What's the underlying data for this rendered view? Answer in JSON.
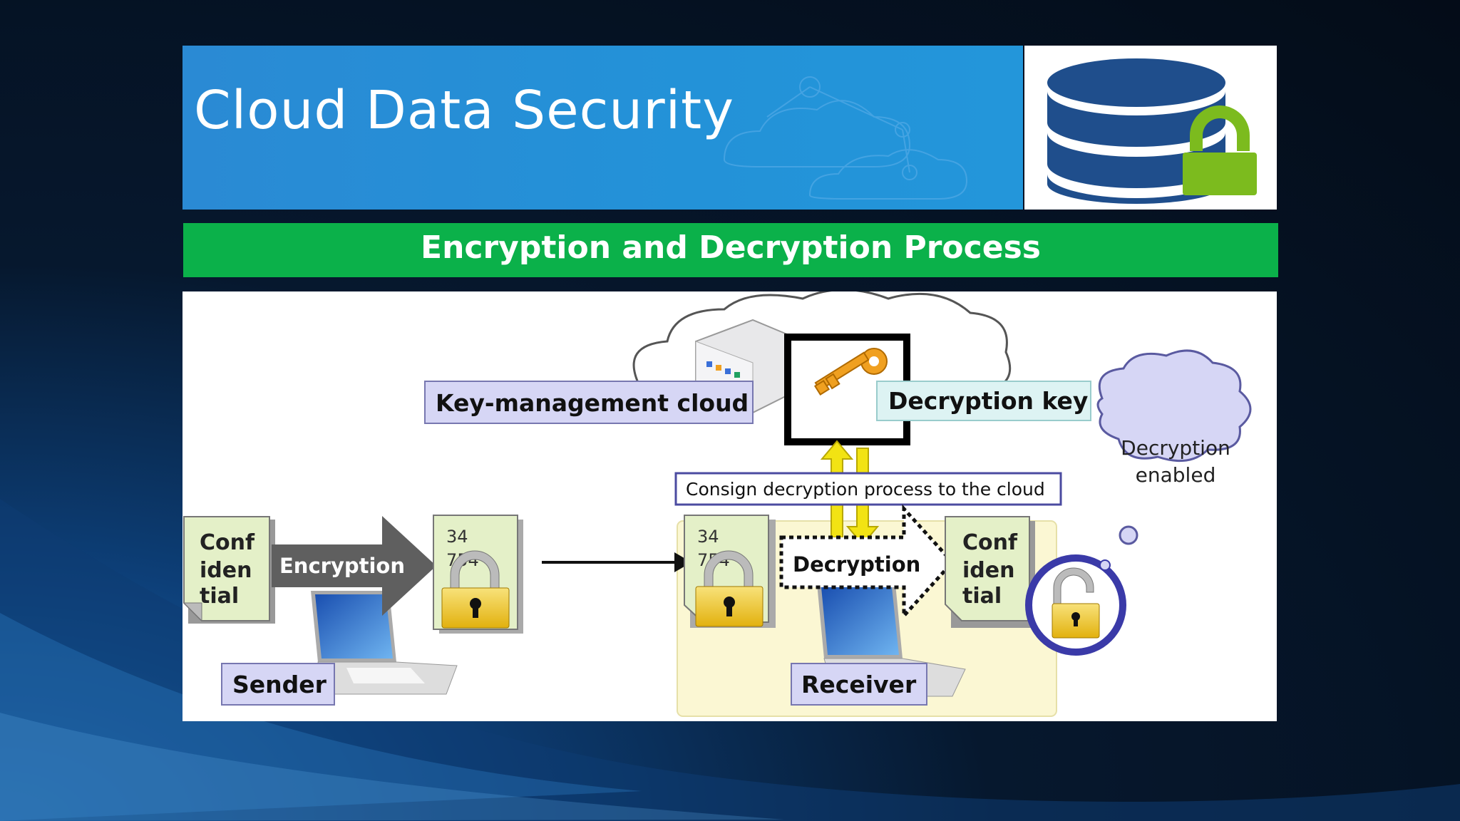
{
  "slide": {
    "title": "Cloud Data Security",
    "subtitle": "Encryption and Decryption Process"
  },
  "logo": {
    "icon": "database-lock-icon",
    "db_color": "#1f4e8c",
    "lock_color": "#7cbb1e"
  },
  "diagram": {
    "key_management_label": "Key-management cloud",
    "decryption_key_label": "Decryption key",
    "consign_label": "Consign decryption process to the cloud",
    "decryption_enabled": "Decryption enabled",
    "doc_left": [
      "Conf",
      "iden",
      "tial"
    ],
    "doc_right": [
      "Conf",
      "iden",
      "tial"
    ],
    "encryption_label": "Encryption",
    "decryption_label": "Decryption",
    "enc_doc_text": [
      "34",
      "754"
    ],
    "recv_doc_text": [
      "34",
      "754"
    ],
    "sender_label": "Sender",
    "receiver_label": "Receiver"
  },
  "colors": {
    "banner": "#2392d8",
    "subtitle_bar": "#0bb14a",
    "label_bg": "#d6d6f5",
    "doc_bg": "#e4f0c8",
    "receiver_zone": "#fbf7d3",
    "arrow_yellow": "#f2e313"
  }
}
